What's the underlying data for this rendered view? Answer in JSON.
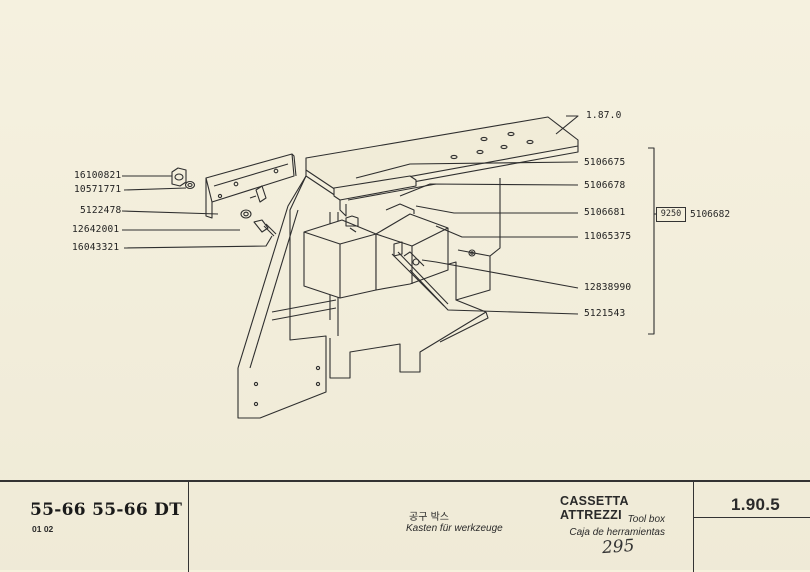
{
  "reference_label": "1.87.0",
  "parts_left": [
    {
      "id": "p-16100821",
      "number": "16100821"
    },
    {
      "id": "p-10571771",
      "number": "10571771"
    },
    {
      "id": "p-5122478",
      "number": "5122478"
    },
    {
      "id": "p-12642001",
      "number": "12642001"
    },
    {
      "id": "p-16043321",
      "number": "16043321"
    }
  ],
  "parts_right": [
    {
      "id": "p-5106675",
      "number": "5106675"
    },
    {
      "id": "p-5106678",
      "number": "5106678"
    },
    {
      "id": "p-5106681",
      "number": "5106681"
    },
    {
      "id": "p-11065375",
      "number": "11065375"
    },
    {
      "id": "p-12838990",
      "number": "12838990"
    },
    {
      "id": "p-5121543",
      "number": "5121543"
    }
  ],
  "group": {
    "box_label": "9250",
    "assembly_number": "5106682"
  },
  "footer": {
    "model": "55-66  55-66 DT",
    "version": "01  02",
    "title_it": "CASSETTA ATTREZZI",
    "title_ko": "공구 박스",
    "title_de": "Kasten für werkzeuge",
    "title_en": "Tool box",
    "title_es": "Caja de herramientas",
    "handwritten_page": "295",
    "section_code": "1.90.5"
  }
}
